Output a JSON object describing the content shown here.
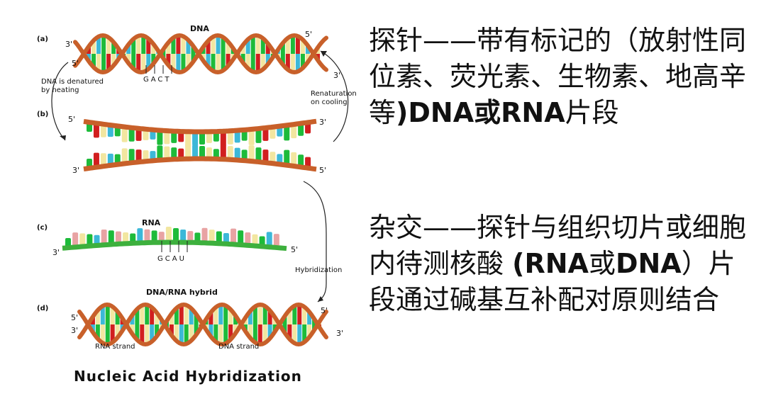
{
  "diagram": {
    "panels": [
      {
        "id": "a",
        "label": "(a)",
        "title": "DNA",
        "ends": [
          "3'",
          "5'",
          "5'",
          "3'"
        ],
        "bases": "GACT"
      },
      {
        "id": "b",
        "label": "(b)",
        "ends": [
          "5'",
          "3'",
          "3'",
          "5'"
        ]
      },
      {
        "id": "c",
        "label": "(c)",
        "title": "RNA",
        "ends": [
          "3'",
          "5'"
        ],
        "bases": "GCAU"
      },
      {
        "id": "d",
        "label": "(d)",
        "title": "DNA/RNA hybrid",
        "ends": [
          "5'",
          "3'",
          "5'",
          "3'"
        ],
        "strands": [
          "RNA strand",
          "DNA strand"
        ]
      }
    ],
    "arrows": {
      "denature": [
        "DNA is denatured",
        "by heating"
      ],
      "renature": [
        "Renaturation",
        "on cooling"
      ],
      "hybridize": "Hybridization"
    },
    "caption": "Nucleic Acid Hybridization",
    "colors": {
      "backbone": "#c8602a",
      "rna_backbone": "#3db03d",
      "base_green": "#1dbb3a",
      "base_red": "#d11f1f",
      "base_yellow": "#f2e6a0",
      "base_blue": "#3cb8d8",
      "base_pink": "#e8a3a3"
    }
  },
  "text": {
    "probe": {
      "term": "探针——",
      "body_a": "带有标记的（放射性同位素、荧光素、生物素、地高辛等",
      "bold": ")DNA或RNA",
      "body_b": "片段"
    },
    "hybrid": {
      "term": "杂交——",
      "body_a": "探针与组织切片或细胞内待测核酸 ",
      "bold_a": "(RNA",
      "mid": "或",
      "bold_b": "DNA",
      "body_b": "）片段通过碱基互补配对原则结合"
    }
  }
}
